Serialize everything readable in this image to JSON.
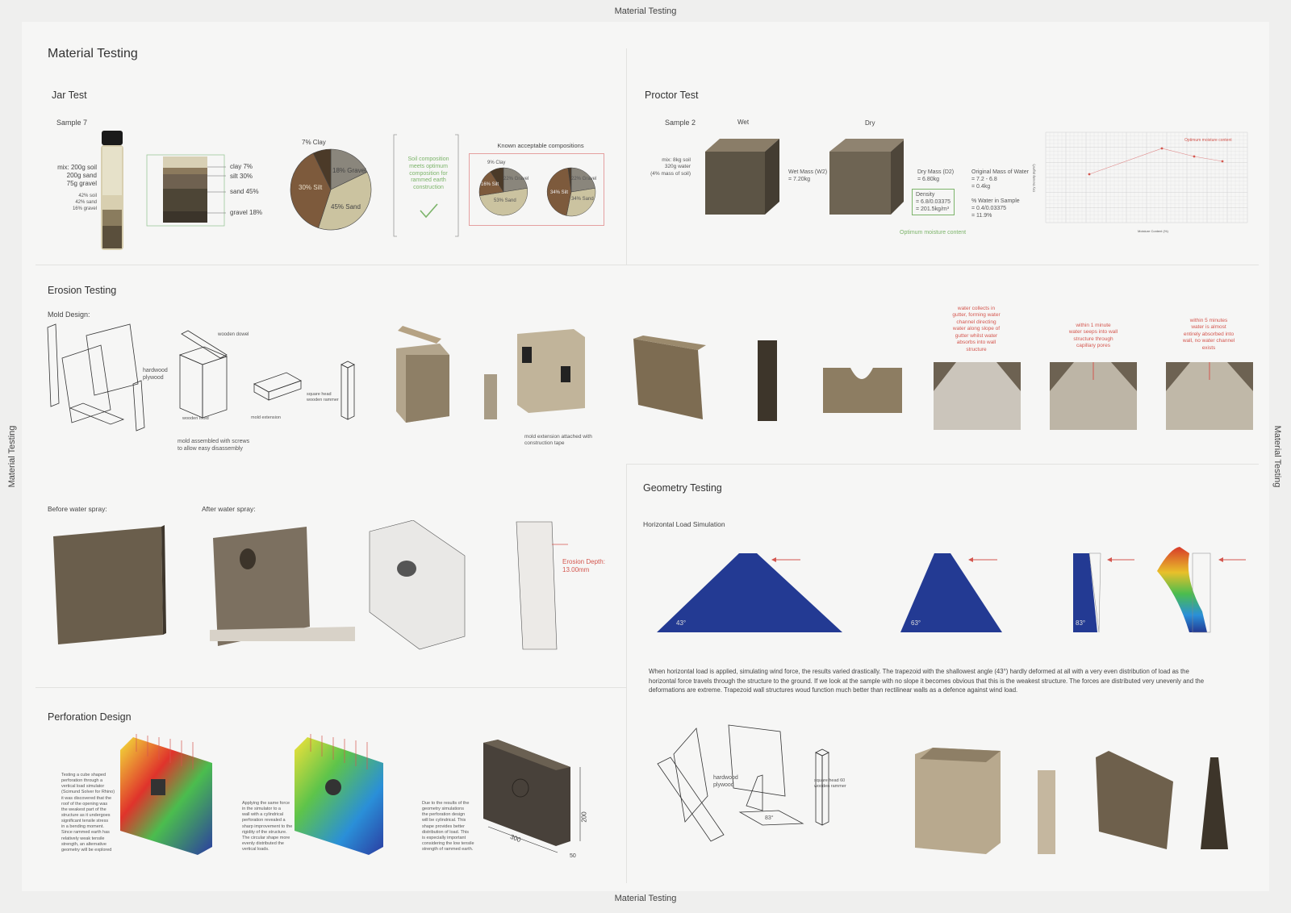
{
  "edges": {
    "top": "Material Testing",
    "bottom": "Material Testing",
    "left": "Material Testing",
    "right": "Material Testing"
  },
  "page_title": "Material Testing",
  "jar": {
    "title": "Jar Test",
    "sample": "Sample 7",
    "mix": "mix:  200g soil\n200g sand\n75g gravel",
    "mix_pct": "42% soil\n42% sand\n16% gravel",
    "layers": {
      "clay": "clay 7%",
      "silt": "silt 30%",
      "sand": "sand 45%",
      "gravel": "gravel 18%"
    },
    "pie": {
      "clay": "7% Clay",
      "gravel": "18% Gravel",
      "silt": "30% Silt",
      "sand": "45% Sand"
    },
    "soil_note": "Soil composition\nmeets optimum\ncomposition for\nrammed earth\nconstruction",
    "known": "Known acceptable compositions",
    "pie2a": {
      "clay": "9% Clay",
      "gravel": "22% Gravel",
      "silt": "16% Silt",
      "sand": "53% Sand"
    },
    "pie2b": {
      "gravel": "22% Gravel",
      "silt": "34% Silt",
      "sand": "34% Sand"
    }
  },
  "proctor": {
    "title": "Proctor Test",
    "sample": "Sample 2",
    "wet": "Wet",
    "dry": "Dry",
    "mix": "mix:     8kg soil\n320g water\n(4% mass of soil)",
    "wet_mass": "Wet Mass (W2)\n= 7.20kg",
    "dry_mass": "Dry Mass (D2)\n= 6.80kg",
    "density": "Density\n= 6.8/0.03375\n= 201.5kg/m³",
    "water_mass": "Original Mass of Water\n= 7.2 - 6.8\n= 0.4kg",
    "water_pct": "% Water in Sample\n= 0.4/0.03375\n= 11.9%",
    "optimum": "Optimum moisture content",
    "chart_note": "Optimum moisture content",
    "x_label": "Moisture Content (%)",
    "y_label": "Dry Density (kg/m³)"
  },
  "erosion": {
    "title": "Erosion Testing",
    "mold_design": "Mold Design:",
    "wooden_dowel": "wooden dowel",
    "hardwood": "hardwood\nplywood",
    "wooden_mold": "wooden mold",
    "mold_extension": "mold extension",
    "square_rammer": "square head\nwooden rammer",
    "assembled": "mold assembled with screws\nto allow easy disassembly",
    "extension_attached": "mold extension attached with\nconstruction tape",
    "note1": "water collects in\ngutter, forming water\nchannel directing\nwater along slope of\ngutter whilst water\nabsorbs into wall\nstructure",
    "note2": "within 1 minute\nwater seeps into wall\nstructure through\ncapillary pores",
    "note3": "within 5 minutes\nwater is almost\nentirely absorbed into\nwall, no water channel\nexists",
    "before": "Before water spray:",
    "after": "After water spray:",
    "depth": "Erosion Depth:\n13.00mm"
  },
  "geometry": {
    "title": "Geometry Testing",
    "subtitle": "Horizontal Load Simulation",
    "angles": [
      "43°",
      "63°",
      "83°"
    ],
    "paragraph": "When horizontal load is applied, simulating wind force, the results varied drastically. The trapezoid with the shallowest angle (43°) hardly deformed at all with a very even distribution of load as the horizontal force travels through the structure to the ground. If we look at the sample with no slope it becomes obvious that this is the weakest structure. The forces are distributed very unevenly and the deformations are extreme. Trapezoid wall structures woud function much better than rectilinear walls as a defence against wind load.",
    "hardwood": "hardwood\nplywood",
    "rammer": "square head 60\nwooden rammer",
    "angle83": "83°"
  },
  "perforation": {
    "title": "Perforation Design",
    "note1": "Testing a cube shaped\nperforation through a\nvertical load simulator\n(Scimund Solver for Rhino)\nit was discovered that the\nroof of the opening was\nthe weakest part of the\nstructure as it undergoes\nsignificant tensile stress\nin a bending moment.\nSince rammed earth has\nrelatively weak tensile\nstrength, an alternative\ngeometry will be explored",
    "note2": "Applying the same force\nin the simulator to a\nwall with a cylindrical\nperforation revealed a\nsharp improvement to the\nrigidity of the structure.\nThe circular shape more\nevenly distributed the\nvertical loads.",
    "note3": "Due to the results of the\ngeometry simulations\nthe perforation design\nwill be cylindrical. This\nshape provides better\ndistribution of load. This\nis especially important\nconsidering the low tensile\nstrength of rammed earth.",
    "dim_w": "300",
    "dim_h": "200",
    "dim_d": "50"
  }
}
